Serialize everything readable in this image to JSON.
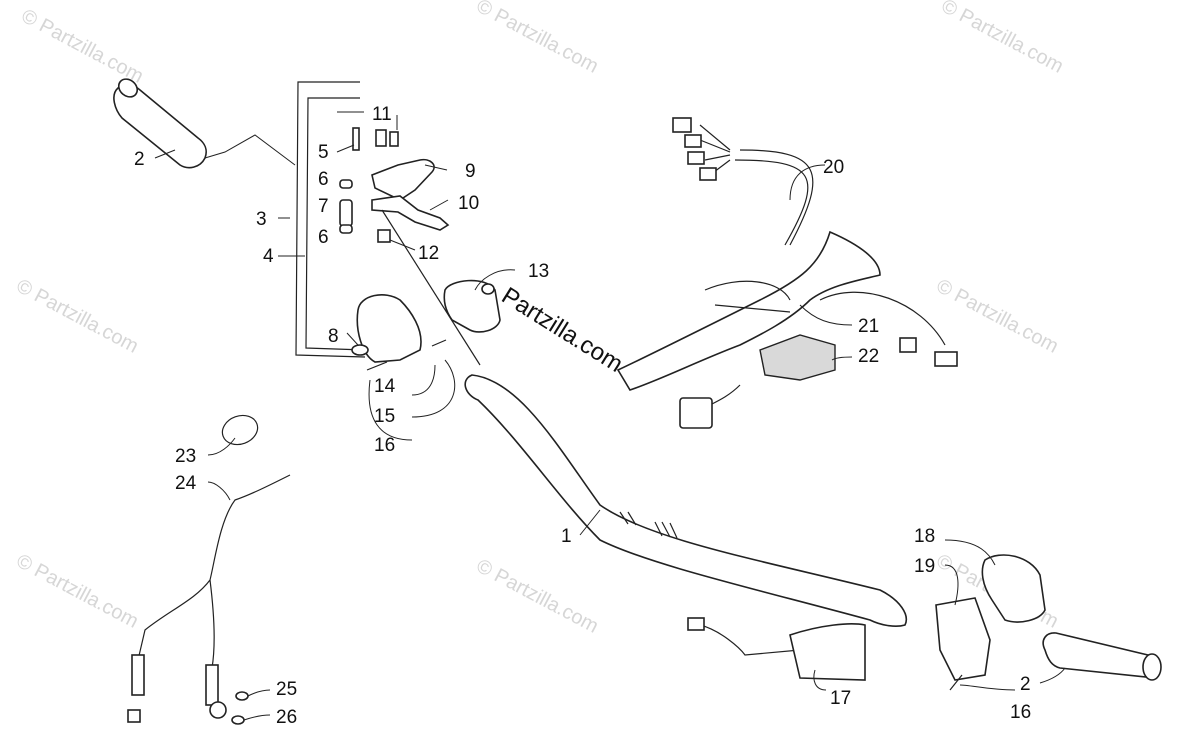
{
  "watermark": {
    "text": "© Partzilla.com",
    "center_text": "Partzilla.com"
  },
  "callouts": {
    "c1": "1",
    "c2a": "2",
    "c2b": "2",
    "c3": "3",
    "c4": "4",
    "c5": "5",
    "c6a": "6",
    "c6b": "6",
    "c7": "7",
    "c8": "8",
    "c9": "9",
    "c10": "10",
    "c11": "11",
    "c12": "12",
    "c13": "13",
    "c14": "14",
    "c15": "15",
    "c16a": "16",
    "c16b": "16",
    "c17": "17",
    "c18": "18",
    "c19": "19",
    "c20": "20",
    "c21": "21",
    "c22": "22",
    "c23": "23",
    "c24": "24",
    "c25": "25",
    "c26": "26"
  }
}
